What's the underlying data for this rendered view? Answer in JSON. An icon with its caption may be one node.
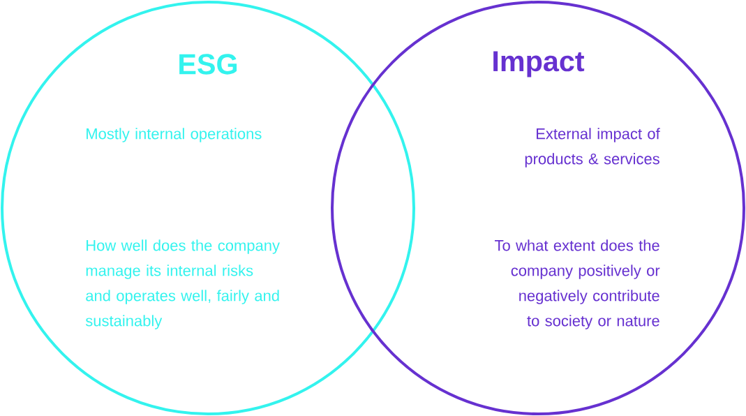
{
  "diagram": {
    "nodes": [
      {
        "text": [
          "ESG",
          "Mostly internal operations",
          "How well does the company manage its internal risks and operates well, fairly and sustainably"
        ]
      },
      {
        "text": [
          "Impact",
          "External impact of products & services",
          "To what extent does the company positively or negatively contribute to society or nature"
        ]
      }
    ]
  }
}
